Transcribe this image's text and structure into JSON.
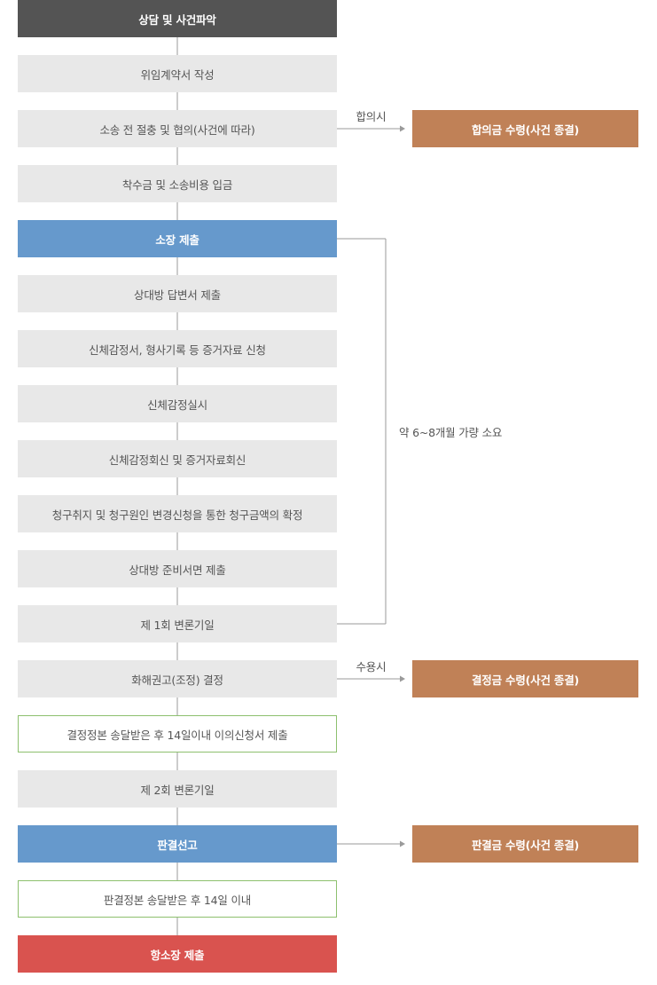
{
  "steps": [
    {
      "label": "상담 및 사건파악",
      "style": "dark"
    },
    {
      "label": "위임계약서 작성",
      "style": "gray"
    },
    {
      "label": "소송 전 절충 및 협의(사건에 따라)",
      "style": "gray"
    },
    {
      "label": "착수금 및 소송비용 입금",
      "style": "gray"
    },
    {
      "label": "소장 제출",
      "style": "blue"
    },
    {
      "label": "상대방 답변서 제출",
      "style": "gray"
    },
    {
      "label": "신체감정서, 형사기록 등 증거자료 신청",
      "style": "gray"
    },
    {
      "label": "신체감정실시",
      "style": "gray"
    },
    {
      "label": "신체감정회신 및 증거자료회신",
      "style": "gray"
    },
    {
      "label": "청구취지 및 청구원인 변경신청을 통한 청구금액의 확정",
      "style": "gray"
    },
    {
      "label": "상대방 준비서면 제출",
      "style": "gray"
    },
    {
      "label": "제 1회 변론기일",
      "style": "gray"
    },
    {
      "label": "화해권고(조정) 결정",
      "style": "gray"
    },
    {
      "label": "결정정본 송달받은 후 14일이내 이의신청서 제출",
      "style": "outline"
    },
    {
      "label": "제 2회 변론기일",
      "style": "gray"
    },
    {
      "label": "판결선고",
      "style": "blue"
    },
    {
      "label": "판결정본 송달받은 후 14일 이내",
      "style": "outline"
    },
    {
      "label": "항소장 제출",
      "style": "red"
    }
  ],
  "branches": [
    {
      "from_step": 2,
      "condition": "합의시",
      "result": "합의금 수령(사건 종결)"
    },
    {
      "from_step": 12,
      "condition": "수용시",
      "result": "결정금 수령(사건 종결)"
    },
    {
      "from_step": 15,
      "condition": "",
      "result": "판결금 수령(사건 종결)"
    }
  ],
  "duration": {
    "from_step": 4,
    "to_step": 11,
    "label": "약 6~8개월 가량 소요"
  },
  "colors": {
    "dark": "#545454",
    "gray": "#e8e8e8",
    "blue": "#6699cc",
    "orange": "#c08157",
    "red": "#d9534f",
    "outline_border": "#8dc06e",
    "line": "#9a9a9a"
  }
}
